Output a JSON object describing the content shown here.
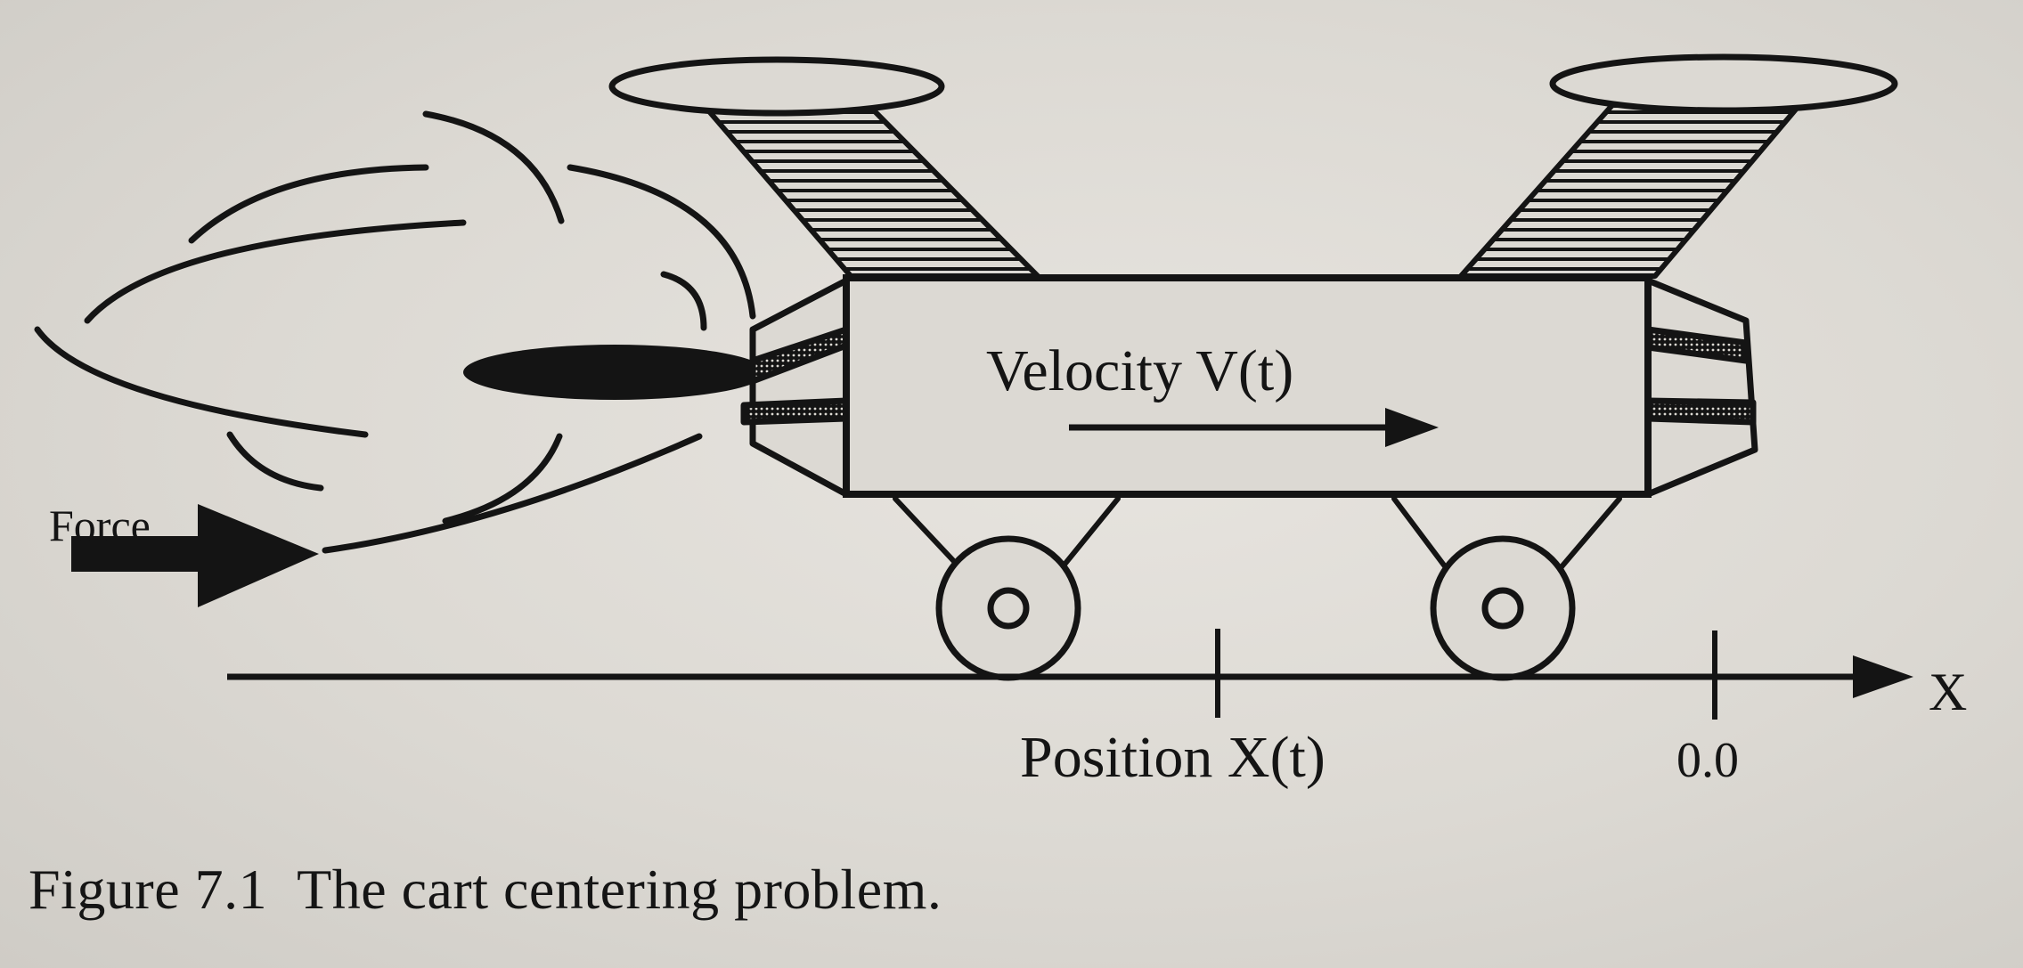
{
  "diagram": {
    "labels": {
      "force": "Force",
      "velocity": "Velocity V(t)",
      "position": "Position X(t)",
      "axis": "X",
      "origin": "0.0"
    }
  },
  "caption": {
    "number": "Figure 7.1",
    "text": "The cart centering problem."
  },
  "colors": {
    "ink": "#141414",
    "paper": "#dcd9d3"
  }
}
